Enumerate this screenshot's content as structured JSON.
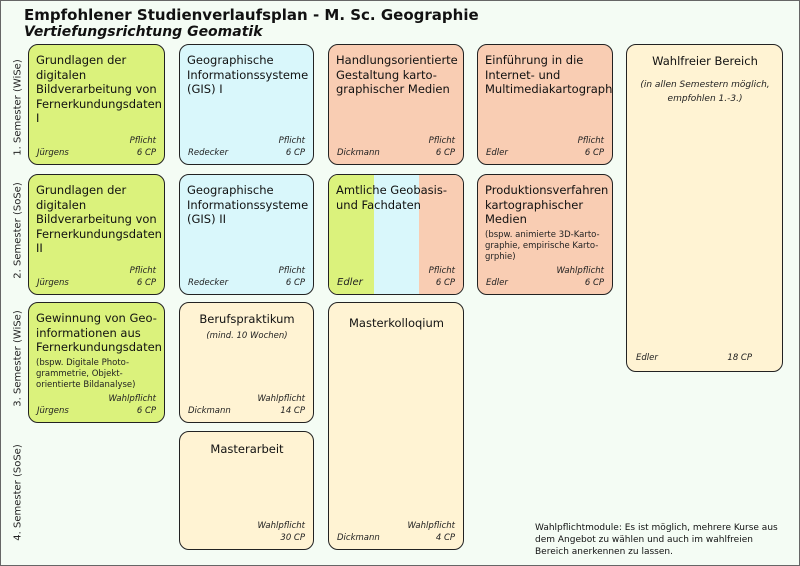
{
  "header": {
    "title": "Empfohlener Studienverlaufsplan - M. Sc. Geographie",
    "subtitle": "Vertiefungsrichtung Geomatik"
  },
  "semesters": [
    "1. Semester (WiSe)",
    "2. Semester (SoSe)",
    "3. Semester (WiSe)",
    "4. Semester (SoSe)"
  ],
  "modules": {
    "fe1": {
      "title": "Grundlagen der digitalen Bildverarbeitung von Fernerkundungsdaten I",
      "person": "Jürgens",
      "type": "Pflicht",
      "cp": "6 CP"
    },
    "gis1": {
      "title": "Geographische Informationssysteme (GIS) I",
      "person": "Redecker",
      "type": "Pflicht",
      "cp": "6 CP"
    },
    "karto": {
      "title": "Handlungsorientierte Gestaltung karto-graphischer Medien",
      "person": "Dickmann",
      "type": "Pflicht",
      "cp": "6 CP"
    },
    "internet": {
      "title": "Einführung in die Internet- und Multimediakartographie",
      "person": "Edler",
      "type": "Pflicht",
      "cp": "6 CP"
    },
    "wahlfrei": {
      "title": "Wahlfreier Bereich",
      "note": "(in allen Semestern möglich, empfohlen 1.-3.)",
      "person": "Edler",
      "cp": "18 CP"
    },
    "fe2": {
      "title": "Grundlagen der digitalen Bildverarbeitung von Fernerkundungsdaten II",
      "person": "Jürgens",
      "type": "Pflicht",
      "cp": "6 CP"
    },
    "gis2": {
      "title": "Geographische Informationssysteme (GIS) II",
      "person": "Redecker",
      "type": "Pflicht",
      "cp": "6 CP"
    },
    "geobasis": {
      "title": "Amtliche Geobasis- und Fachdaten",
      "person": "Edler",
      "type": "Pflicht",
      "cp": "6 CP"
    },
    "produktion": {
      "title": "Produktionsverfahren kartographischer Medien",
      "note": "(bspw. animierte 3D-Karto-graphie, empirische Karto-grphie)",
      "person": "Edler",
      "type": "Wahlpflicht",
      "cp": "6 CP"
    },
    "geoinfo": {
      "title": "Gewinnung von Geo-informationen aus Fernerkundungsdaten",
      "note": "(bspw. Digitale Photo-grammetrie, Objekt-orientierte Bildanalyse)",
      "person": "Jürgens",
      "type": "Wahlpflicht",
      "cp": "6 CP"
    },
    "praktikum": {
      "title": "Berufspraktikum",
      "note": "(mind. 10 Wochen)",
      "person": "Dickmann",
      "type": "Wahlpflicht",
      "cp": "14 CP"
    },
    "kolloquium": {
      "title": "Masterkolloqium",
      "person": "Dickmann",
      "type": "Wahlpflicht",
      "cp": "4 CP"
    },
    "masterarbeit": {
      "title": "Masterarbeit",
      "type": "Wahlpflicht",
      "cp": "30 CP"
    }
  },
  "footnote": "Wahlpflichtmodule: Es ist möglich, mehrere Kurse aus dem Angebot zu wählen und auch im wahlfreien Bereich anerkennen zu lassen.",
  "colors": {
    "green": "#dbf27c",
    "blue": "#d9f7fb",
    "orange": "#f9cdb3",
    "cream": "#fff3d3"
  }
}
